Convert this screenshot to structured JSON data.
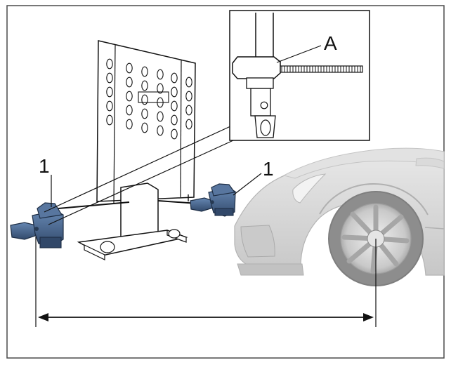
{
  "labels": {
    "inset_callout": "A",
    "left_sensor_callout": "1",
    "right_sensor_callout": "1"
  },
  "colors": {
    "border": "#4a4a4a",
    "line": "#111111",
    "sensor_fill": "#4b6990",
    "sensor_dark": "#2f4565",
    "car_body": "#d6d6d6",
    "car_shadow": "#bdbdbd",
    "wheel": "#9a9a9a",
    "stand_fill": "#ffffff"
  },
  "icons": {
    "stand": "calibration-stand",
    "sensors": "sensor-unit",
    "car": "porsche-front",
    "inset": "detail-inset"
  }
}
